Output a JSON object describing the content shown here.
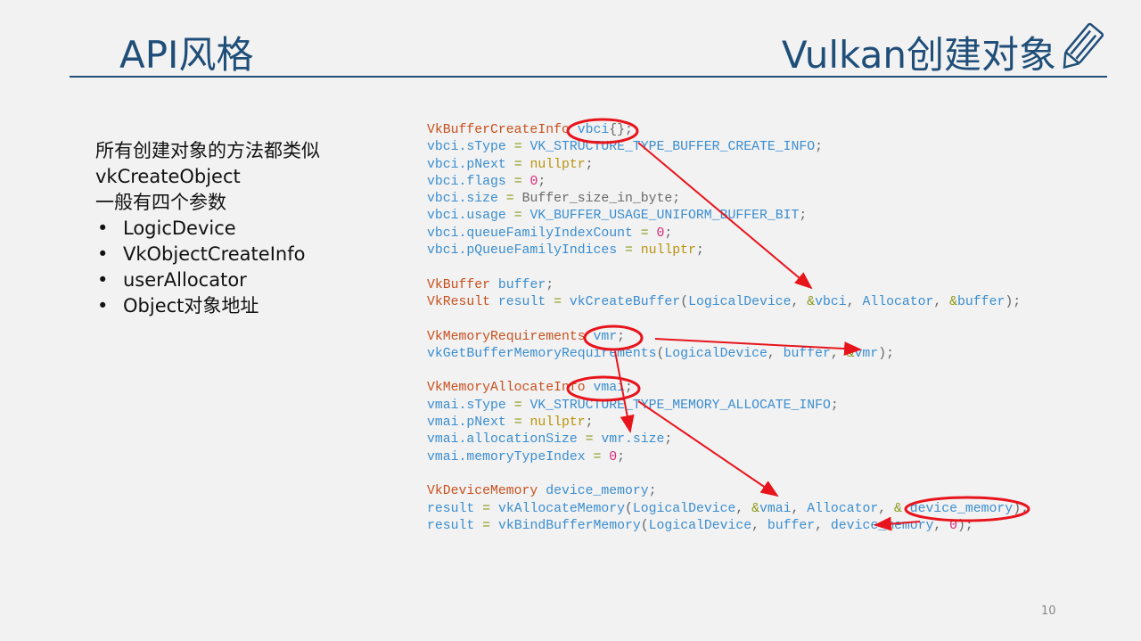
{
  "header": {
    "title_left": "API风格",
    "title_right": "Vulkan创建对象"
  },
  "left": {
    "lines": [
      "所有创建对象的方法都类似",
      "vkCreateObject",
      "一般有四个参数"
    ],
    "bullets": [
      "LogicDevice",
      "VkObjectCreateInfo",
      "userAllocator",
      "Object对象地址"
    ]
  },
  "code": [
    [
      [
        "VkBufferCreateInfo ",
        "t"
      ],
      [
        "vbci",
        "v"
      ],
      [
        "{};",
        "p"
      ]
    ],
    [
      [
        "vbci.sType ",
        "v"
      ],
      [
        "= ",
        "o"
      ],
      [
        "VK_STRUCTURE_TYPE_BUFFER_CREATE_INFO",
        "v"
      ],
      [
        ";",
        "p"
      ]
    ],
    [
      [
        "vbci.pNext ",
        "v"
      ],
      [
        "= ",
        "o"
      ],
      [
        "nullptr",
        "n"
      ],
      [
        ";",
        "p"
      ]
    ],
    [
      [
        "vbci.flags ",
        "v"
      ],
      [
        "= ",
        "o"
      ],
      [
        "0",
        "z"
      ],
      [
        ";",
        "p"
      ]
    ],
    [
      [
        "vbci.size ",
        "v"
      ],
      [
        "= ",
        "o"
      ],
      [
        "Buffer_size_in_byte",
        "x"
      ],
      [
        ";",
        "p"
      ]
    ],
    [
      [
        "vbci.usage ",
        "v"
      ],
      [
        "= ",
        "o"
      ],
      [
        "VK_BUFFER_USAGE_UNIFORM_BUFFER_BIT",
        "v"
      ],
      [
        ";",
        "p"
      ]
    ],
    [
      [
        "vbci.queueFamilyIndexCount ",
        "v"
      ],
      [
        "= ",
        "o"
      ],
      [
        "0",
        "z"
      ],
      [
        ";",
        "p"
      ]
    ],
    [
      [
        "vbci.pQueueFamilyIndices ",
        "v"
      ],
      [
        "= ",
        "o"
      ],
      [
        "nullptr",
        "n"
      ],
      [
        ";",
        "p"
      ]
    ],
    [],
    [
      [
        "VkBuffer ",
        "t"
      ],
      [
        "buffer",
        "v"
      ],
      [
        ";",
        "p"
      ]
    ],
    [
      [
        "VkResult ",
        "t"
      ],
      [
        "result ",
        "v"
      ],
      [
        "= ",
        "o"
      ],
      [
        "vkCreateBuffer",
        "v"
      ],
      [
        "(",
        "p"
      ],
      [
        "LogicalDevice",
        "v"
      ],
      [
        ", ",
        "p"
      ],
      [
        "&",
        "o"
      ],
      [
        "vbci",
        "v"
      ],
      [
        ", ",
        "p"
      ],
      [
        "Allocator",
        "v"
      ],
      [
        ", ",
        "p"
      ],
      [
        "&",
        "o"
      ],
      [
        "buffer",
        "v"
      ],
      [
        ");",
        "p"
      ]
    ],
    [],
    [
      [
        "VkMemoryRequirements ",
        "t"
      ],
      [
        "vmr",
        "v"
      ],
      [
        ";",
        "p"
      ]
    ],
    [
      [
        "vkGetBufferMemoryRequirements",
        "v"
      ],
      [
        "(",
        "p"
      ],
      [
        "LogicalDevice",
        "v"
      ],
      [
        ", ",
        "p"
      ],
      [
        "buffer",
        "v"
      ],
      [
        ", ",
        "p"
      ],
      [
        "&",
        "o"
      ],
      [
        "vmr",
        "v"
      ],
      [
        ");",
        "p"
      ]
    ],
    [],
    [
      [
        "VkMemoryAllocateInfo ",
        "t"
      ],
      [
        "vmai",
        "v"
      ],
      [
        ";",
        "p"
      ]
    ],
    [
      [
        "vmai.sType ",
        "v"
      ],
      [
        "= ",
        "o"
      ],
      [
        "VK_STRUCTURE_TYPE_MEMORY_ALLOCATE_INFO",
        "v"
      ],
      [
        ";",
        "p"
      ]
    ],
    [
      [
        "vmai.pNext ",
        "v"
      ],
      [
        "= ",
        "o"
      ],
      [
        "nullptr",
        "n"
      ],
      [
        ";",
        "p"
      ]
    ],
    [
      [
        "vmai.allocationSize ",
        "v"
      ],
      [
        "= ",
        "o"
      ],
      [
        "vmr.size",
        "v"
      ],
      [
        ";",
        "p"
      ]
    ],
    [
      [
        "vmai.memoryTypeIndex ",
        "v"
      ],
      [
        "= ",
        "o"
      ],
      [
        "0",
        "z"
      ],
      [
        ";",
        "p"
      ]
    ],
    [],
    [
      [
        "VkDeviceMemory ",
        "t"
      ],
      [
        "device_memory",
        "v"
      ],
      [
        ";",
        "p"
      ]
    ],
    [
      [
        "result ",
        "v"
      ],
      [
        "= ",
        "o"
      ],
      [
        "vkAllocateMemory",
        "v"
      ],
      [
        "(",
        "p"
      ],
      [
        "LogicalDevice",
        "v"
      ],
      [
        ", ",
        "p"
      ],
      [
        "&",
        "o"
      ],
      [
        "vmai",
        "v"
      ],
      [
        ", ",
        "p"
      ],
      [
        "Allocator",
        "v"
      ],
      [
        ", ",
        "p"
      ],
      [
        "& ",
        "o"
      ],
      [
        "device_memory",
        "v"
      ],
      [
        ");",
        "p"
      ]
    ],
    [
      [
        "result ",
        "v"
      ],
      [
        "= ",
        "o"
      ],
      [
        "vkBindBufferMemory",
        "v"
      ],
      [
        "(",
        "p"
      ],
      [
        "LogicalDevice",
        "v"
      ],
      [
        ", ",
        "p"
      ],
      [
        "buffer",
        "v"
      ],
      [
        ", ",
        "p"
      ],
      [
        "device_memory",
        "v"
      ],
      [
        ", ",
        "p"
      ],
      [
        "0",
        "z"
      ],
      [
        ");",
        "p"
      ]
    ]
  ],
  "footer": {
    "page_number": "10"
  },
  "colors": {
    "title": "#1f4e79",
    "annotation": "#e8141c"
  }
}
